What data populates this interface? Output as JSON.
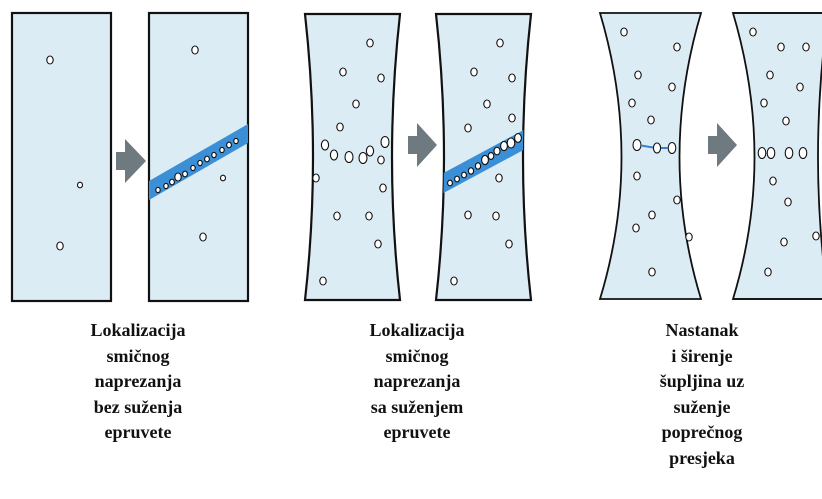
{
  "panels": [
    {
      "caption_lines": [
        "Lokalizacija",
        "smičnog",
        "naprezanja",
        "bez suženja",
        "epruvete"
      ],
      "before": "straight-specimen-with-sparse-voids",
      "after": "straight-specimen-with-shear-band"
    },
    {
      "caption_lines": [
        "Lokalizacija",
        "smičnog",
        "naprezanja",
        "sa suženjem",
        "epruvete"
      ],
      "before": "necked-specimen-with-voids",
      "after": "necked-specimen-with-shear-band"
    },
    {
      "caption_lines": [
        "Nastanak",
        "i širenje",
        "šupljina uz",
        "suženje",
        "poprečnog",
        "presjeka"
      ],
      "before": "necked-specimen-with-void-chain",
      "after": "strongly-necked-specimen-with-coalesced-voids"
    }
  ],
  "colors": {
    "specimen_fill": "#dcecf5",
    "outline": "#111111",
    "shear_band": "#3b8fd6",
    "arrow": "#6e7a7f",
    "void_link": "#3a7fd0"
  }
}
